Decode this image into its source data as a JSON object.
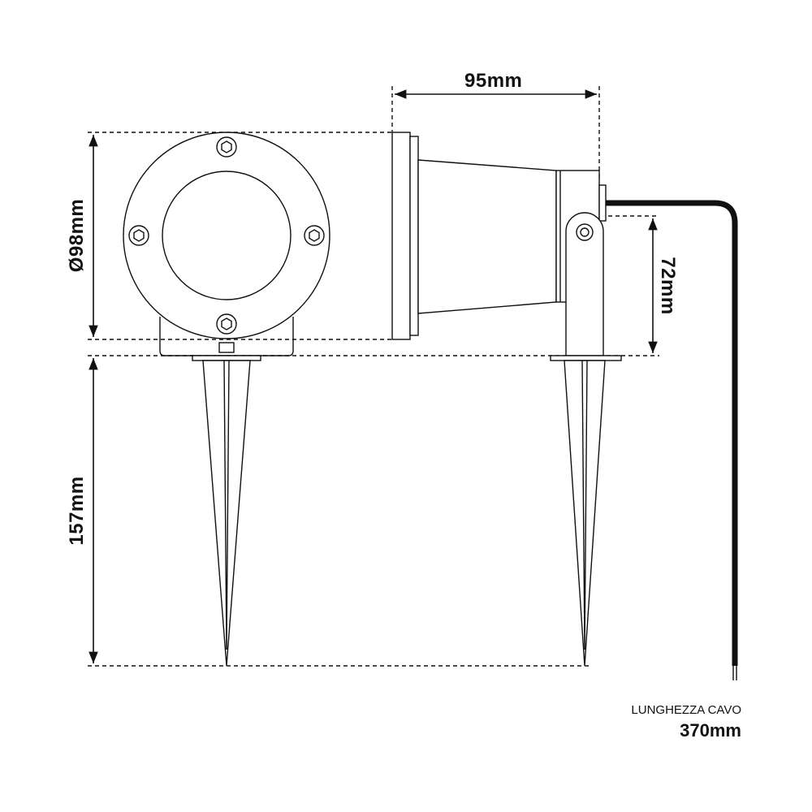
{
  "dimensions": {
    "depth": "95mm",
    "diameter": "Ø98mm",
    "arm_height": "72mm",
    "spike_length": "157mm"
  },
  "cable": {
    "label": "LUNGHEZZA CAVO",
    "length": "370mm"
  },
  "colors": {
    "line": "#111111",
    "background": "#ffffff"
  }
}
